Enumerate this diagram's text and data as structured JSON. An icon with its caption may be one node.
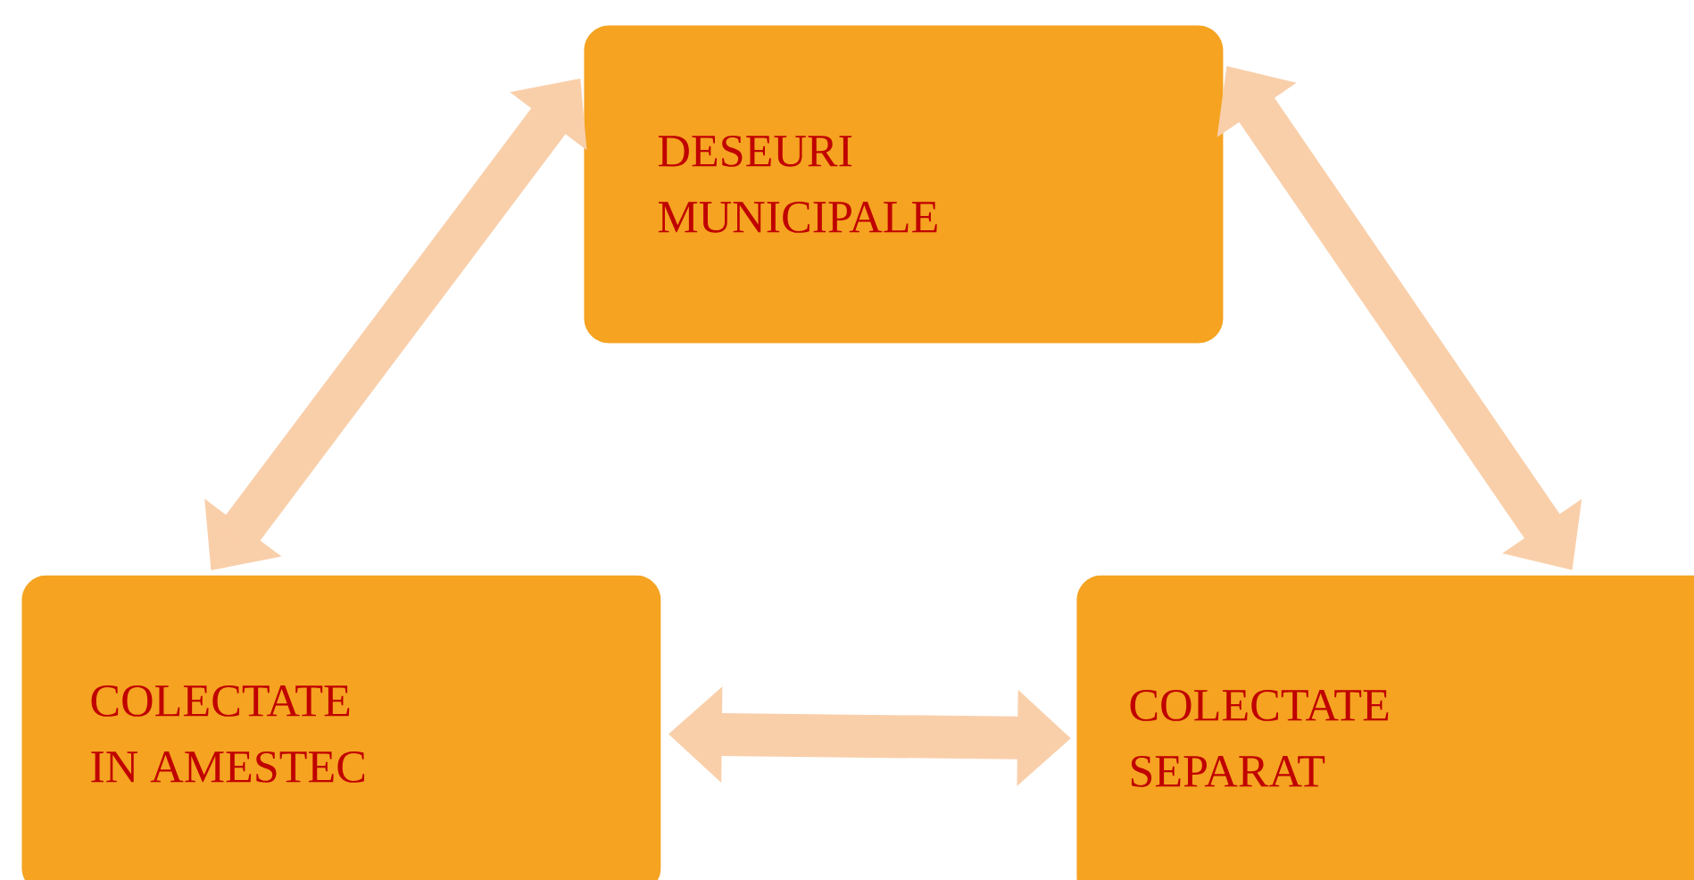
{
  "diagram": {
    "nodes": [
      {
        "text": [
          "DESEURI MUNICIPALE"
        ]
      },
      {
        "text": [
          "COLECTATE IN AMESTEC"
        ]
      },
      {
        "text": [
          "COLECTATE SEPARAT"
        ]
      }
    ],
    "edges": [
      {
        "from": 0,
        "to": 1,
        "arrow": "both"
      },
      {
        "from": 0,
        "to": 2,
        "arrow": "both"
      },
      {
        "from": 1,
        "to": 2,
        "arrow": "both"
      }
    ]
  }
}
